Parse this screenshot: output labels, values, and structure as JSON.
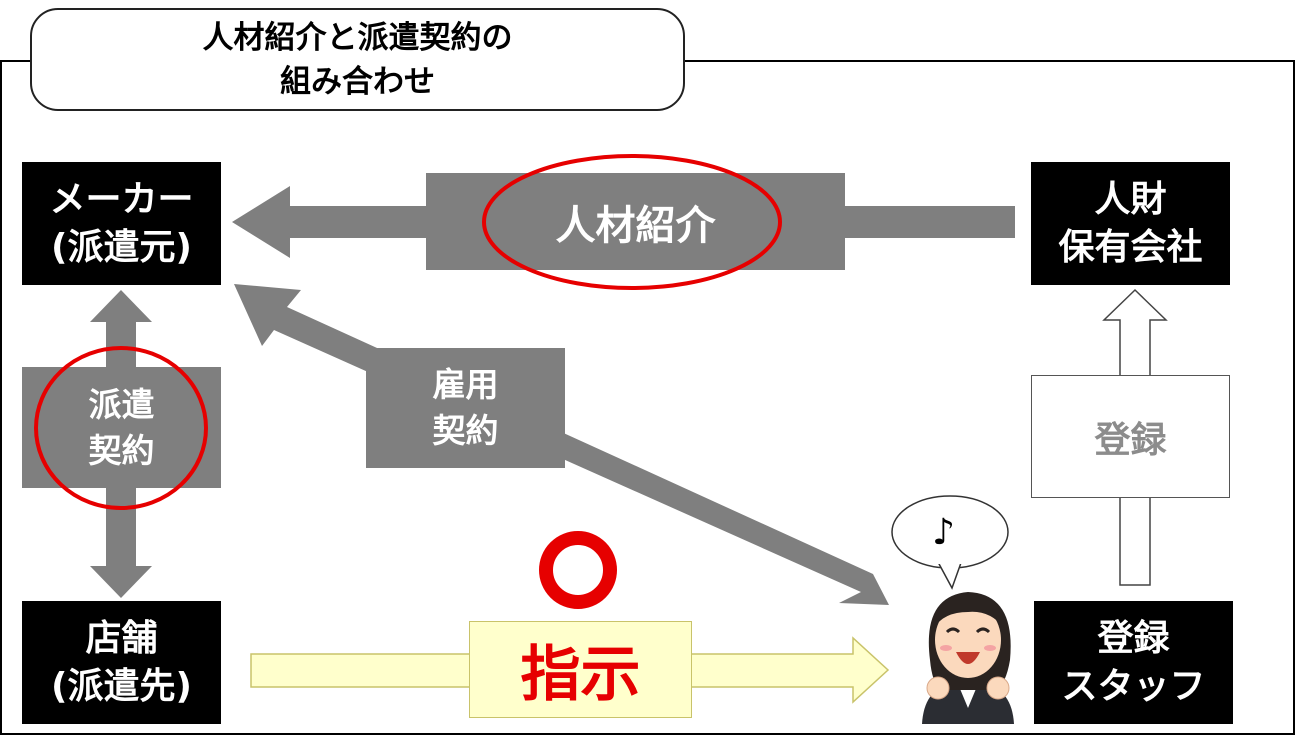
{
  "title": {
    "line1": "人材紹介と派遣契約の",
    "line2": "組み合わせ"
  },
  "nodes": {
    "maker": {
      "line1": "メーカー",
      "line2": "(派遣元)"
    },
    "talent_company": {
      "line1": "人財",
      "line2": "保有会社"
    },
    "store": {
      "line1": "店舗",
      "line2": "(派遣先)"
    },
    "staff": {
      "line1": "登録",
      "line2": "スタッフ"
    }
  },
  "arrows": {
    "referral": "人材紹介",
    "dispatch": {
      "line1": "派遣",
      "line2": "契約"
    },
    "employment": {
      "line1": "雇用",
      "line2": "契約"
    },
    "registration": "登録",
    "instruction": "指示"
  },
  "speech_bubble_note": "♪",
  "colors": {
    "arrow_gray": "#7f7f7f",
    "highlight_red": "#e60000",
    "instruction_fill": "#ffffcc",
    "box_black": "#000000"
  },
  "icons": [
    "staff-person-icon",
    "speech-bubble-icon",
    "ok-circle-icon",
    "red-ellipse-highlight"
  ]
}
